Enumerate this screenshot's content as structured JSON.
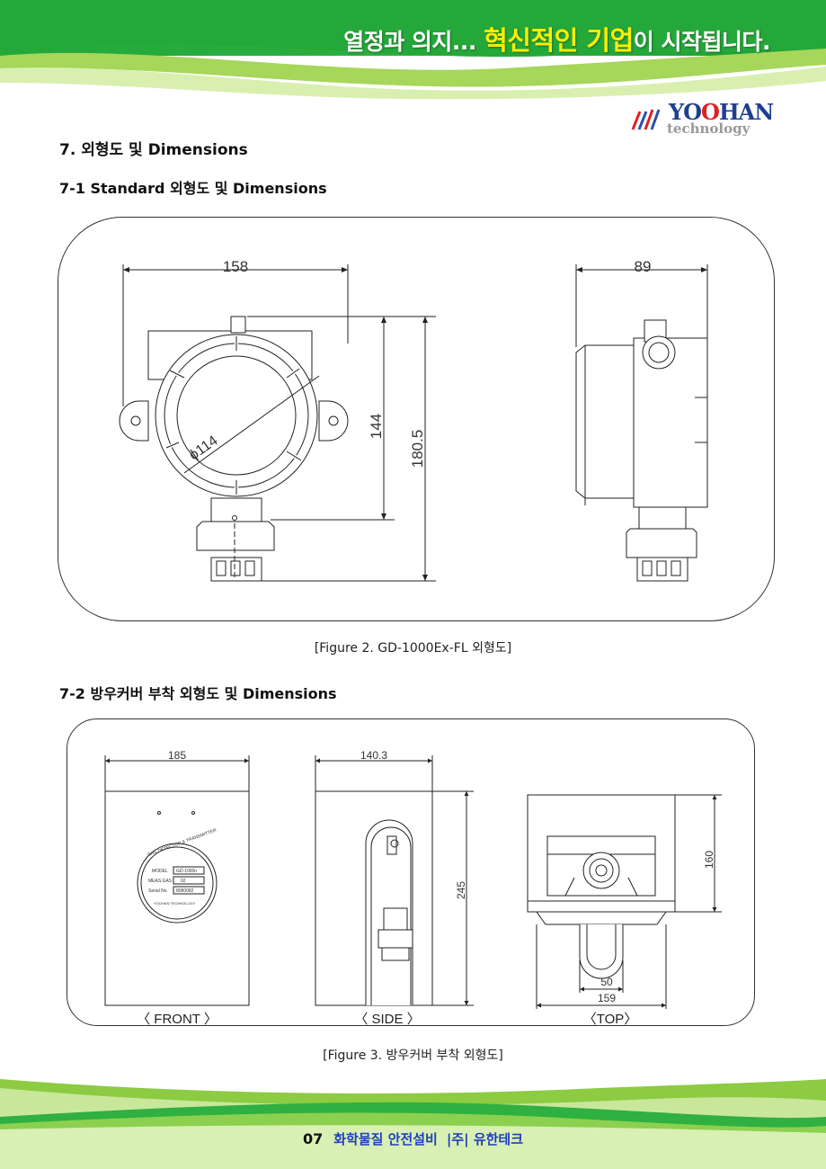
{
  "header": {
    "slogan_pre": "열정과 의지... ",
    "slogan_highlight": "혁신적인 기업",
    "slogan_post": "이 시작됩니다.",
    "colors": {
      "green_dark": "#1aa335",
      "green_light": "#9ad24a",
      "highlight": "#ffee00"
    }
  },
  "logo": {
    "word_a": "YO",
    "word_b": "O",
    "word_c": "HAN",
    "sub": "technology"
  },
  "headings": {
    "section": "7. 외형도 및 Dimensions",
    "sub1": "7-1 Standard 외형도 및 Dimensions",
    "sub2": "7-2 방우커버 부착 외형도 및 Dimensions"
  },
  "figure1": {
    "caption": "[Figure 2. GD-1000Ex-FL 외형도]",
    "dim_width": "158",
    "dim_depth": "89",
    "dim_h1": "144",
    "dim_h2": "180.5",
    "dim_dia": "ϕ114"
  },
  "figure2": {
    "caption": "[Figure 3. 방우커버 부착 외형도]",
    "dim_front": "185",
    "dim_side_w": "140.3",
    "dim_side_h": "245",
    "dim_top_h": "160",
    "dim_top_50": "50",
    "dim_top_159": "159",
    "label_front": "〈 FRONT 〉",
    "label_side": "〈 SIDE 〉",
    "label_top": "〈TOP〉",
    "plate": {
      "title": "GAS DETECTOR & TRANSMITTER",
      "model_label": "MODEL",
      "model_value": "GD-1000n",
      "gas_label": "MEAS.GAS",
      "gas_value": "02",
      "serial_label": "Serial No.",
      "serial_value": "8080082",
      "maker": "YOOHAN TECHNOLOGY"
    }
  },
  "footer": {
    "page": "07",
    "text1": "화학물질 안전설비",
    "text2": "|주| 유한테크"
  }
}
